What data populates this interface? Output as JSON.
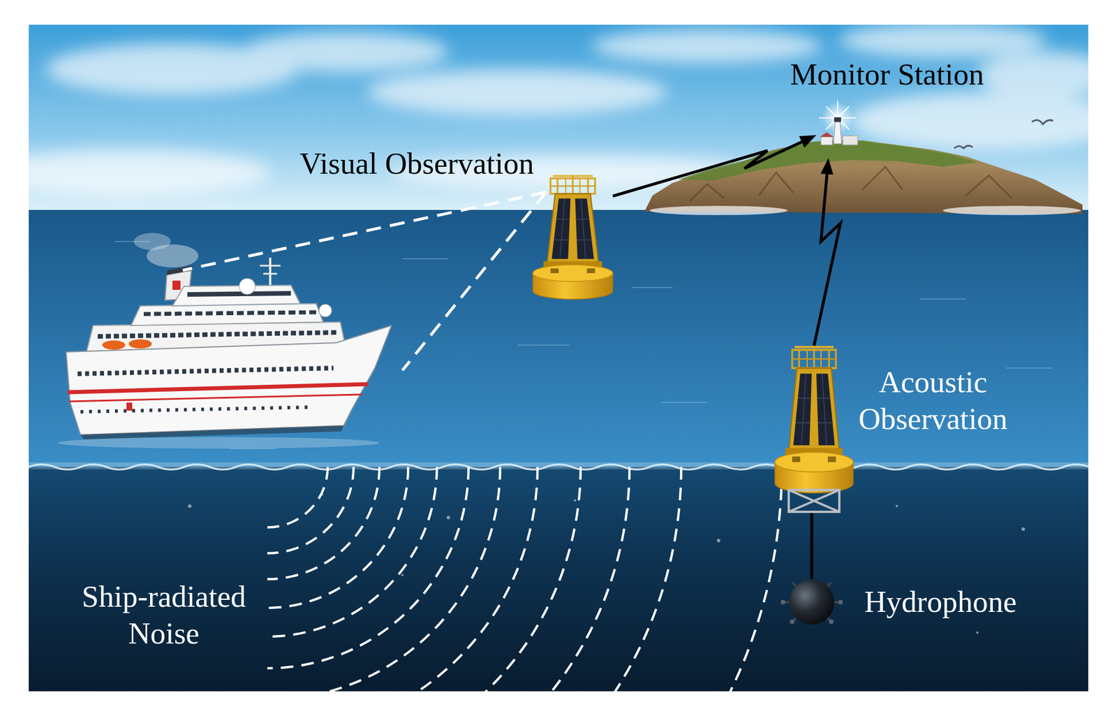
{
  "diagram": {
    "nodes": [
      {
        "text": [
          "Monitor Station"
        ]
      },
      {
        "text": [
          "Visual Observation"
        ]
      },
      {
        "text": [
          "Acoustic Observation"
        ]
      },
      {
        "text": [
          "Hydrophone"
        ]
      }
    ],
    "edges": [
      {
        "from": 1,
        "to": 0,
        "arrow": "to"
      },
      {
        "from": 2,
        "to": 0,
        "arrow": "to"
      },
      {
        "from": 3,
        "to": 2,
        "arrow": "none"
      }
    ],
    "labels": [
      "Ship-radiated Noise"
    ]
  }
}
